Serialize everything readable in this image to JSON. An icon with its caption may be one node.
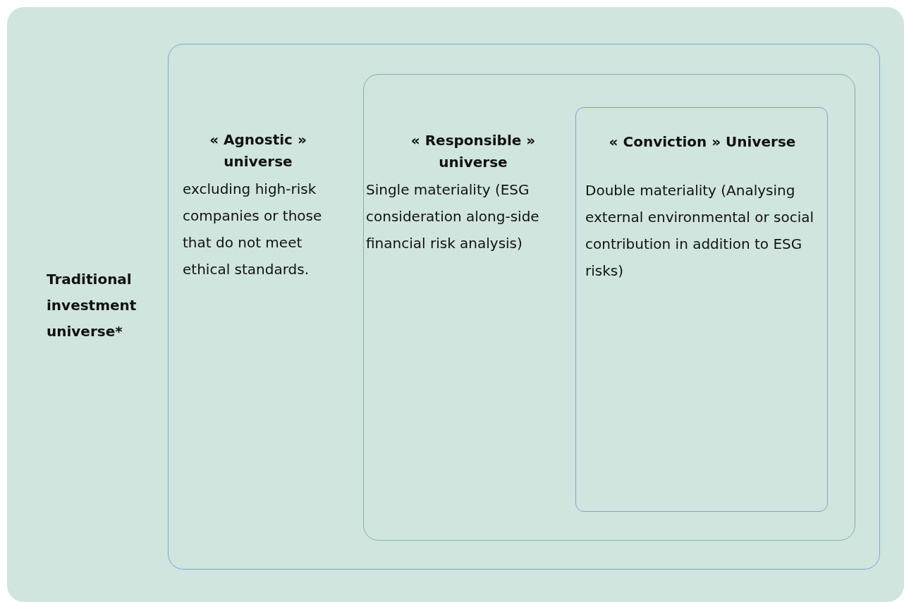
{
  "diagram": {
    "nodes": [
      {
        "text": [
          "Traditional investment universe*"
        ]
      },
      {
        "text": [
          "« Agnostic » universe",
          "excluding high-risk companies or those that do not meet ethical standards."
        ],
        "in": 0
      },
      {
        "text": [
          "« Responsible » universe",
          "Single materiality (ESG consideration along-side financial risk analysis)"
        ],
        "in": 1
      },
      {
        "text": [
          "« Conviction » Universe",
          "Double materiality (Analysing external environmental or social contribution in addition to ESG risks)"
        ],
        "in": 2
      }
    ]
  }
}
